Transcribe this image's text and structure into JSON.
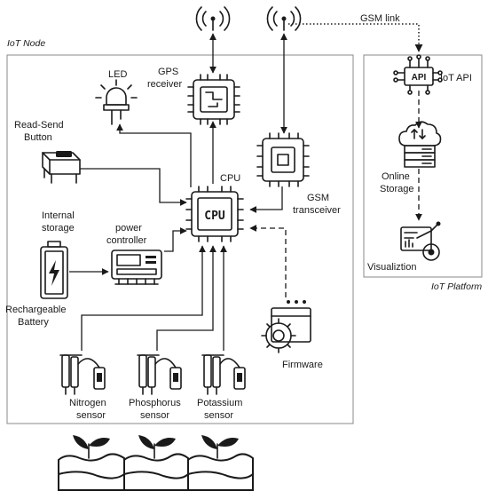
{
  "groups": {
    "iot_node": "IoT Node",
    "iot_platform": "IoT Platform"
  },
  "edge_labels": {
    "gsm_link": "GSM link"
  },
  "components": {
    "led": "LED",
    "gps_line1": "GPS",
    "gps_line2": "receiver",
    "button_line1": "Read-Send",
    "button_line2": "Button",
    "cpu": "CPU",
    "cpu_chip_text": "CPU",
    "gsm_line1": "GSM",
    "gsm_line2": "transceiver",
    "storage_line1": "Internal",
    "storage_line2": "storage",
    "power_line1": "power",
    "power_line2": "controller",
    "battery_line1": "Rechargeable",
    "battery_line2": "Battery",
    "firmware": "Firmware",
    "nitrogen_line1": "Nitrogen",
    "nitrogen_line2": "sensor",
    "phosphorus_line1": "Phosphorus",
    "phosphorus_line2": "sensor",
    "potassium_line1": "Potassium",
    "potassium_line2": "sensor",
    "api_chip_text": "API",
    "iot_api": "IoT API",
    "online_line1": "Online",
    "online_line2": "Storage",
    "visualization": "Visualiztion"
  }
}
